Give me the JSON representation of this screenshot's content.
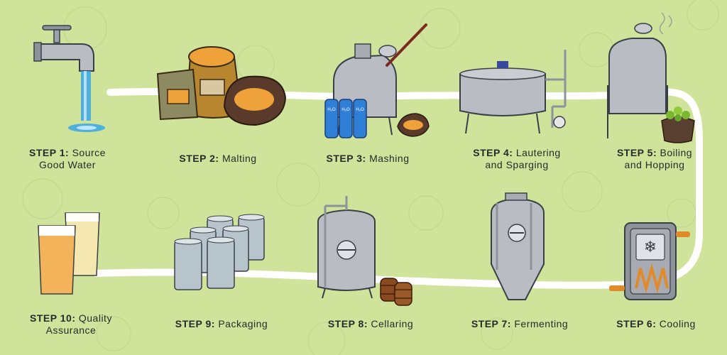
{
  "colors": {
    "background": "#cfe39a",
    "path": "#ffffff",
    "steel": "#b9bcc2",
    "steel_dark": "#8e939b",
    "outline": "#3a3f47",
    "sack": "#a07a3a",
    "grain": "#f0a23a",
    "water": "#3aa7e8",
    "barrel": "#8a4a1f",
    "beer": "#f2b35a",
    "copper": "#e08a2a"
  },
  "steps": [
    {
      "id": 1,
      "prefix": "STEP 1:",
      "line1": "Source",
      "line2": "Good Water",
      "icon": "faucet-icon"
    },
    {
      "id": 2,
      "prefix": "STEP 2:",
      "line1": "Malting",
      "line2": "",
      "icon": "grain-sacks-icon"
    },
    {
      "id": 3,
      "prefix": "STEP 3:",
      "line1": "Mashing",
      "line2": "",
      "icon": "mash-tun-icon"
    },
    {
      "id": 4,
      "prefix": "STEP 4:",
      "line1": "Lautering",
      "line2": "and Sparging",
      "icon": "lauter-tun-icon"
    },
    {
      "id": 5,
      "prefix": "STEP 5:",
      "line1": "Boiling",
      "line2": "and Hopping",
      "icon": "boil-kettle-icon"
    },
    {
      "id": 6,
      "prefix": "STEP 6:",
      "line1": "Cooling",
      "line2": "",
      "icon": "heat-exchanger-icon"
    },
    {
      "id": 7,
      "prefix": "STEP 7:",
      "line1": "Fermenting",
      "line2": "",
      "icon": "fermenter-icon"
    },
    {
      "id": 8,
      "prefix": "STEP 8:",
      "line1": "Cellaring",
      "line2": "",
      "icon": "bright-tank-icon"
    },
    {
      "id": 9,
      "prefix": "STEP 9:",
      "line1": "Packaging",
      "line2": "",
      "icon": "cans-icon"
    },
    {
      "id": 10,
      "prefix": "STEP 10:",
      "line1": "Quality",
      "line2": "Assurance",
      "icon": "beer-glasses-icon"
    }
  ],
  "water_bottle_label": "H₂O"
}
